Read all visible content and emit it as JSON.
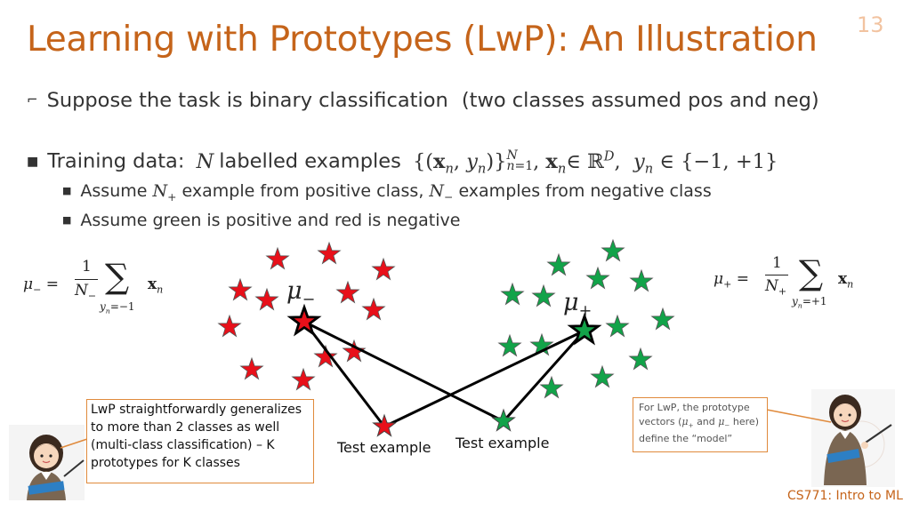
{
  "slide": {
    "title": "Learning with Prototypes (LwP): An Illustration",
    "number": "13",
    "footer": "CS771: Intro to ML"
  },
  "bullets": {
    "b1_text": "Suppose the task is binary classification",
    "b1_paren": "(two classes assumed pos and neg)",
    "b2_prefix": "Training data:",
    "b2_N": "N",
    "b2_mid": "labelled examples",
    "b3_a": "Assume",
    "b3_b": "example from positive class,",
    "b3_c": "examples from negative class",
    "b4": "Assume green is positive and red is negative"
  },
  "formulas": {
    "mu_neg_lhs": "μ",
    "mu_neg_sub": "−",
    "mu_neg_frac_num": "1",
    "mu_neg_frac_den": "N",
    "mu_neg_sum_sub": "y",
    "mu_neg_sum_cond": "=−1",
    "mu_pos_lhs": "μ",
    "mu_pos_sub": "+",
    "mu_pos_frac_num": "1",
    "mu_pos_frac_den": "N",
    "mu_pos_sum_cond": "=+1",
    "xn": "x",
    "n": "n"
  },
  "plot": {
    "mu_neg_label": "μ",
    "mu_neg_sub": "−",
    "mu_pos_label": "μ",
    "mu_pos_sub": "+",
    "test_label_1": "Test example",
    "test_label_2": "Test example",
    "neg_color": "#e8101a",
    "pos_color": "#12a349"
  },
  "callouts": {
    "left": "LwP straightforwardly generalizes to more than 2 classes as well (multi-class classification) – K prototypes for K classes",
    "right_1": "For LwP, the prototype",
    "right_2": "vectors (",
    "right_3": "and",
    "right_4": "here)",
    "right_5": "define the “model”"
  }
}
